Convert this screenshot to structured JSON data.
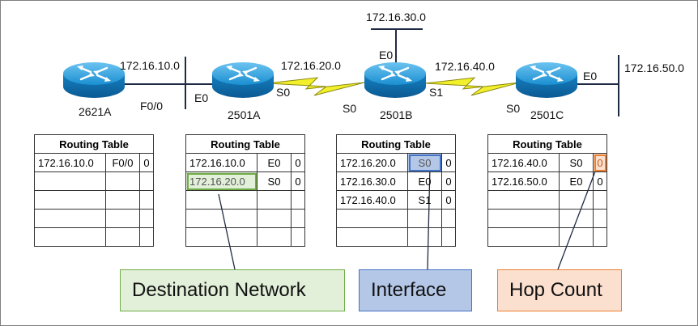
{
  "routers": [
    {
      "name": "2621A"
    },
    {
      "name": "2501A"
    },
    {
      "name": "2501B"
    },
    {
      "name": "2501C"
    }
  ],
  "labels": {
    "net_10": "172.16.10.0",
    "net_20": "172.16.20.0",
    "net_30": "172.16.30.0",
    "net_40": "172.16.40.0",
    "net_50": "172.16.50.0",
    "r1_f0": "F0/0",
    "r2_e0": "E0",
    "r2_s0": "S0",
    "r3_s0": "S0",
    "r3_e0": "E0",
    "r3_s1": "S1",
    "r4_s0": "S0",
    "r4_e0": "E0"
  },
  "tables": [
    {
      "title": "Routing Table",
      "rows": [
        [
          "172.16.10.0",
          "F0/0",
          "0"
        ],
        [
          "",
          "",
          ""
        ],
        [
          "",
          "",
          ""
        ],
        [
          "",
          "",
          ""
        ],
        [
          "",
          "",
          ""
        ]
      ]
    },
    {
      "title": "Routing Table",
      "rows": [
        [
          "172.16.10.0",
          "E0",
          "0"
        ],
        [
          "172.16.20.0",
          "S0",
          "0"
        ],
        [
          "",
          "",
          ""
        ],
        [
          "",
          "",
          ""
        ],
        [
          "",
          "",
          ""
        ]
      ]
    },
    {
      "title": "Routing Table",
      "rows": [
        [
          "172.16.20.0",
          "S0",
          "0"
        ],
        [
          "172.16.30.0",
          "E0",
          "0"
        ],
        [
          "172.16.40.0",
          "S1",
          "0"
        ],
        [
          "",
          "",
          ""
        ],
        [
          "",
          "",
          ""
        ]
      ]
    },
    {
      "title": "Routing Table",
      "rows": [
        [
          "172.16.40.0",
          "S0",
          "0"
        ],
        [
          "172.16.50.0",
          "E0",
          "0"
        ],
        [
          "",
          "",
          ""
        ],
        [
          "",
          "",
          ""
        ],
        [
          "",
          "",
          ""
        ]
      ]
    }
  ],
  "callouts": {
    "destination": "Destination Network",
    "interface": "Interface",
    "hop_count": "Hop Count"
  },
  "colors": {
    "router_blue": "#1a8fd1",
    "serial_link": "#f2ef2c",
    "destination_fill": "#e2efd9",
    "destination_border": "#70ad47",
    "interface_fill": "#b4c7e7",
    "interface_border": "#4472c4",
    "hop_fill": "#fbe0cf",
    "hop_border": "#ed7d31"
  }
}
